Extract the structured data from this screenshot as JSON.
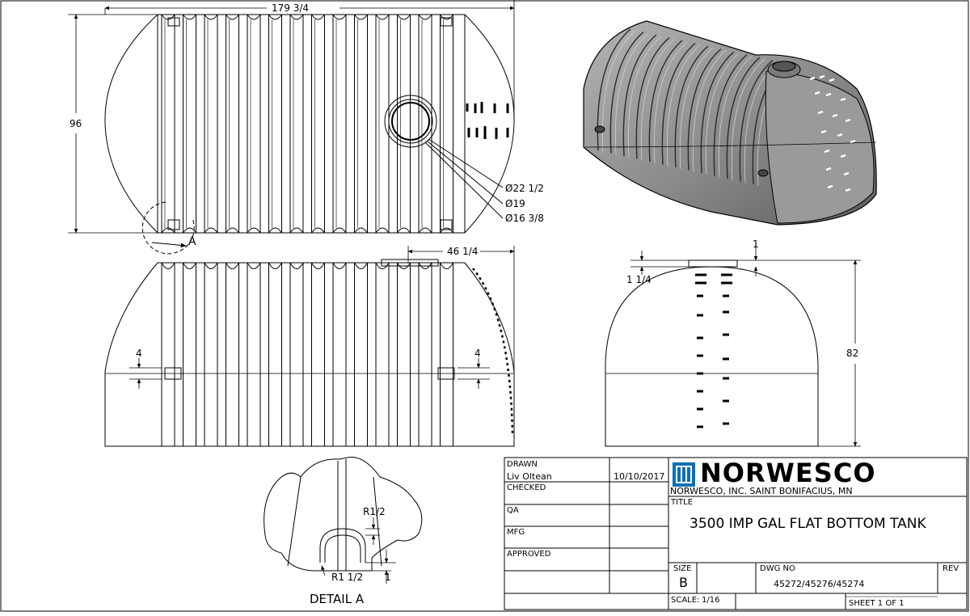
{
  "dimensions": {
    "overall_length": "179 3/4",
    "height_top": "96",
    "dia_outer": "Ø22 1/2",
    "dia_mid": "Ø19",
    "dia_inner": "Ø16 3/8",
    "detail_callout": "A",
    "manway_offset": "46 1/4",
    "lug_left": "4",
    "lug_right": "4",
    "manway_rise": "1",
    "manway_lip": "1 1/4",
    "height_end": "82",
    "radius_top": "R1/2",
    "radius_bottom": "R1 1/2",
    "detail_rise": "1"
  },
  "detail_label": "DETAIL A",
  "title_block": {
    "drawn_label": "DRAWN",
    "drawn_by": "Liv Oltean",
    "drawn_date": "10/10/2017",
    "checked_label": "CHECKED",
    "qa_label": "QA",
    "mfg_label": "MFG",
    "approved_label": "APPROVED",
    "company_logo": "NORWESCO",
    "company_line": "NORWESCO, INC. SAINT BONIFACIUS, MN",
    "title_label": "TITLE",
    "title": "3500 IMP GAL FLAT BOTTOM TANK",
    "size_label": "SIZE",
    "size": "B",
    "dwg_label": "DWG NO",
    "dwg_no": "45272/45276/45274",
    "rev_label": "REV",
    "scale_label": "SCALE:",
    "scale": "1/16",
    "sheet": "SHEET 1  OF 1"
  },
  "colors": {
    "line": "#000000",
    "tank_fill": "#8a8a8a",
    "logo_blue": "#0a6fb5"
  }
}
